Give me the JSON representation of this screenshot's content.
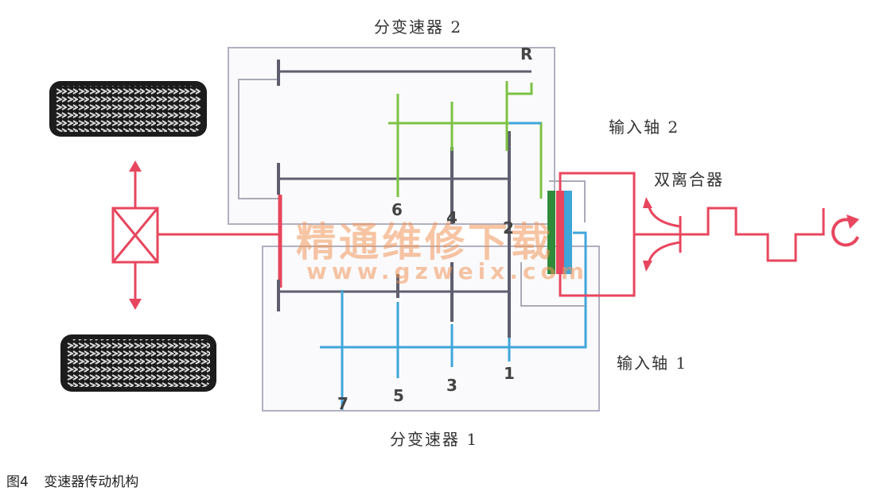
{
  "labels": {
    "sub_gearbox_2": "分变速器 2",
    "sub_gearbox_1": "分变速器 1",
    "input_shaft_2": "输入轴 2",
    "input_shaft_1": "输入轴 1",
    "dual_clutch": "双离合器"
  },
  "gears": {
    "reverse": "R",
    "g1": "1",
    "g2": "2",
    "g3": "3",
    "g4": "4",
    "g5": "5",
    "g6": "6",
    "g7": "7"
  },
  "watermark": {
    "cn": "精通维修下载",
    "url": "www.gzweix.com"
  },
  "caption": {
    "figure": "图4",
    "title": "变速器传动机构"
  },
  "colors": {
    "red": "#e8465e",
    "green": "#7cc242",
    "blue": "#3fa6da",
    "gray": "#5e5e6e",
    "box": "#a8a8b8"
  }
}
